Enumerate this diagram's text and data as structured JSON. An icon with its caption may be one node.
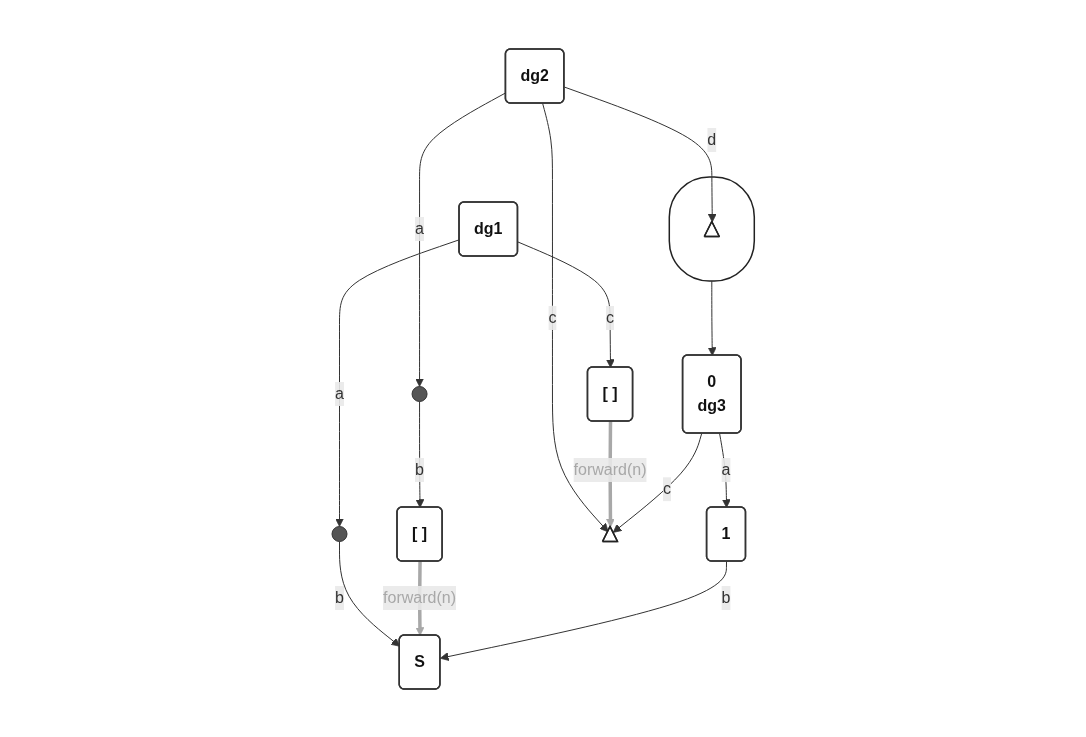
{
  "diagram": {
    "nodes": [
      {
        "text": [
          "dg1"
        ]
      },
      {
        "text": [],
        "shape": "circle"
      },
      {
        "text": [
          "[ ]"
        ]
      },
      {
        "text": [
          "S"
        ]
      },
      {
        "text": [
          "dg2"
        ]
      },
      {
        "text": [],
        "shape": "circle"
      },
      {
        "text": [
          "[ ]"
        ]
      },
      {
        "text": [],
        "shape": "cloud"
      },
      {
        "text": [],
        "shape": "triangle",
        "in": 7
      },
      {
        "text": [],
        "shape": "triangle"
      },
      {
        "text": [
          "1"
        ]
      },
      {
        "text": [
          "0",
          "dg3"
        ]
      }
    ],
    "edges": [
      {
        "from": 0,
        "to": 1,
        "arrow": "to",
        "label": "a"
      },
      {
        "from": 0,
        "to": 2,
        "arrow": "to",
        "label": "c"
      },
      {
        "from": 1,
        "to": 3,
        "arrow": "to",
        "label": "b"
      },
      {
        "from": 4,
        "to": 8,
        "arrow": "to",
        "label": "d"
      },
      {
        "from": 4,
        "to": 5,
        "arrow": "to",
        "label": "a"
      },
      {
        "from": 4,
        "to": 9,
        "arrow": "to",
        "label": "c"
      },
      {
        "from": 5,
        "to": 6,
        "arrow": "to",
        "label": "b"
      },
      {
        "from": 2,
        "to": 9,
        "arrow": "to",
        "label": "forward(n)",
        "style": "thick",
        "color": "#a8a8a8"
      },
      {
        "from": 6,
        "to": 3,
        "arrow": "to",
        "label": "forward(n)",
        "style": "thick",
        "color": "#a8a8a8"
      },
      {
        "from": 11,
        "to": 10,
        "arrow": "to",
        "label": "a"
      },
      {
        "from": 10,
        "to": 3,
        "arrow": "to",
        "label": "b"
      },
      {
        "from": 11,
        "to": 9,
        "arrow": "to",
        "label": "c"
      },
      {
        "from": 7,
        "to": 11,
        "arrow": "to"
      }
    ]
  }
}
